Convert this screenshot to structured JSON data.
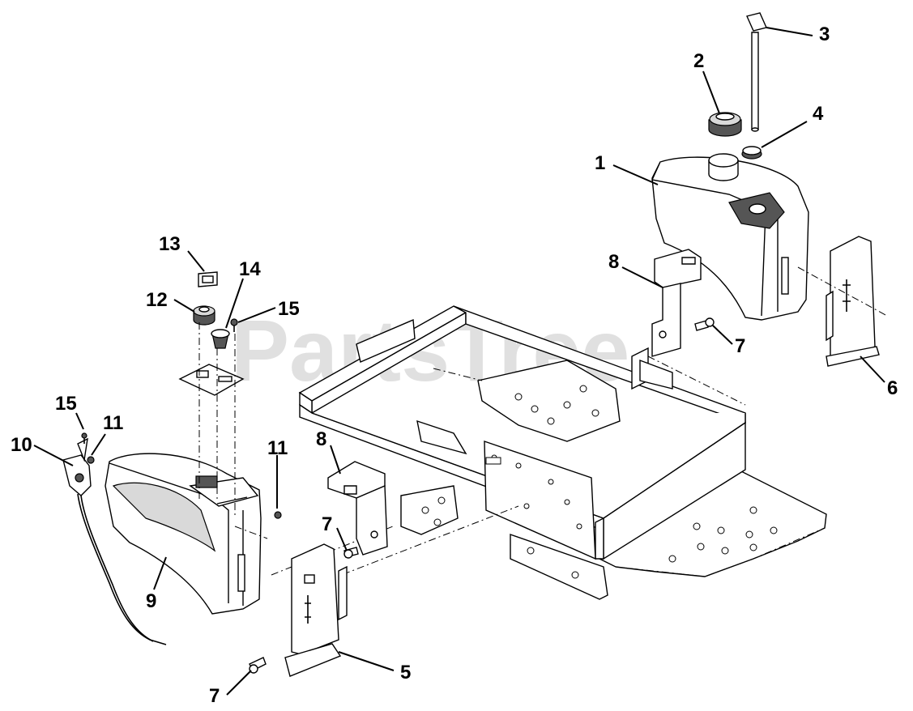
{
  "watermark": "PartsTree",
  "callouts": [
    {
      "id": "c1",
      "label": "1"
    },
    {
      "id": "c2",
      "label": "2"
    },
    {
      "id": "c3",
      "label": "3"
    },
    {
      "id": "c4",
      "label": "4"
    },
    {
      "id": "c5",
      "label": "5"
    },
    {
      "id": "c6",
      "label": "6"
    },
    {
      "id": "c7a",
      "label": "7"
    },
    {
      "id": "c7b",
      "label": "7"
    },
    {
      "id": "c7c",
      "label": "7"
    },
    {
      "id": "c8a",
      "label": "8"
    },
    {
      "id": "c8b",
      "label": "8"
    },
    {
      "id": "c9",
      "label": "9"
    },
    {
      "id": "c10",
      "label": "10"
    },
    {
      "id": "c11a",
      "label": "11"
    },
    {
      "id": "c11b",
      "label": "11"
    },
    {
      "id": "c12",
      "label": "12"
    },
    {
      "id": "c13",
      "label": "13"
    },
    {
      "id": "c14",
      "label": "14"
    },
    {
      "id": "c15a",
      "label": "15"
    },
    {
      "id": "c15b",
      "label": "15"
    }
  ]
}
